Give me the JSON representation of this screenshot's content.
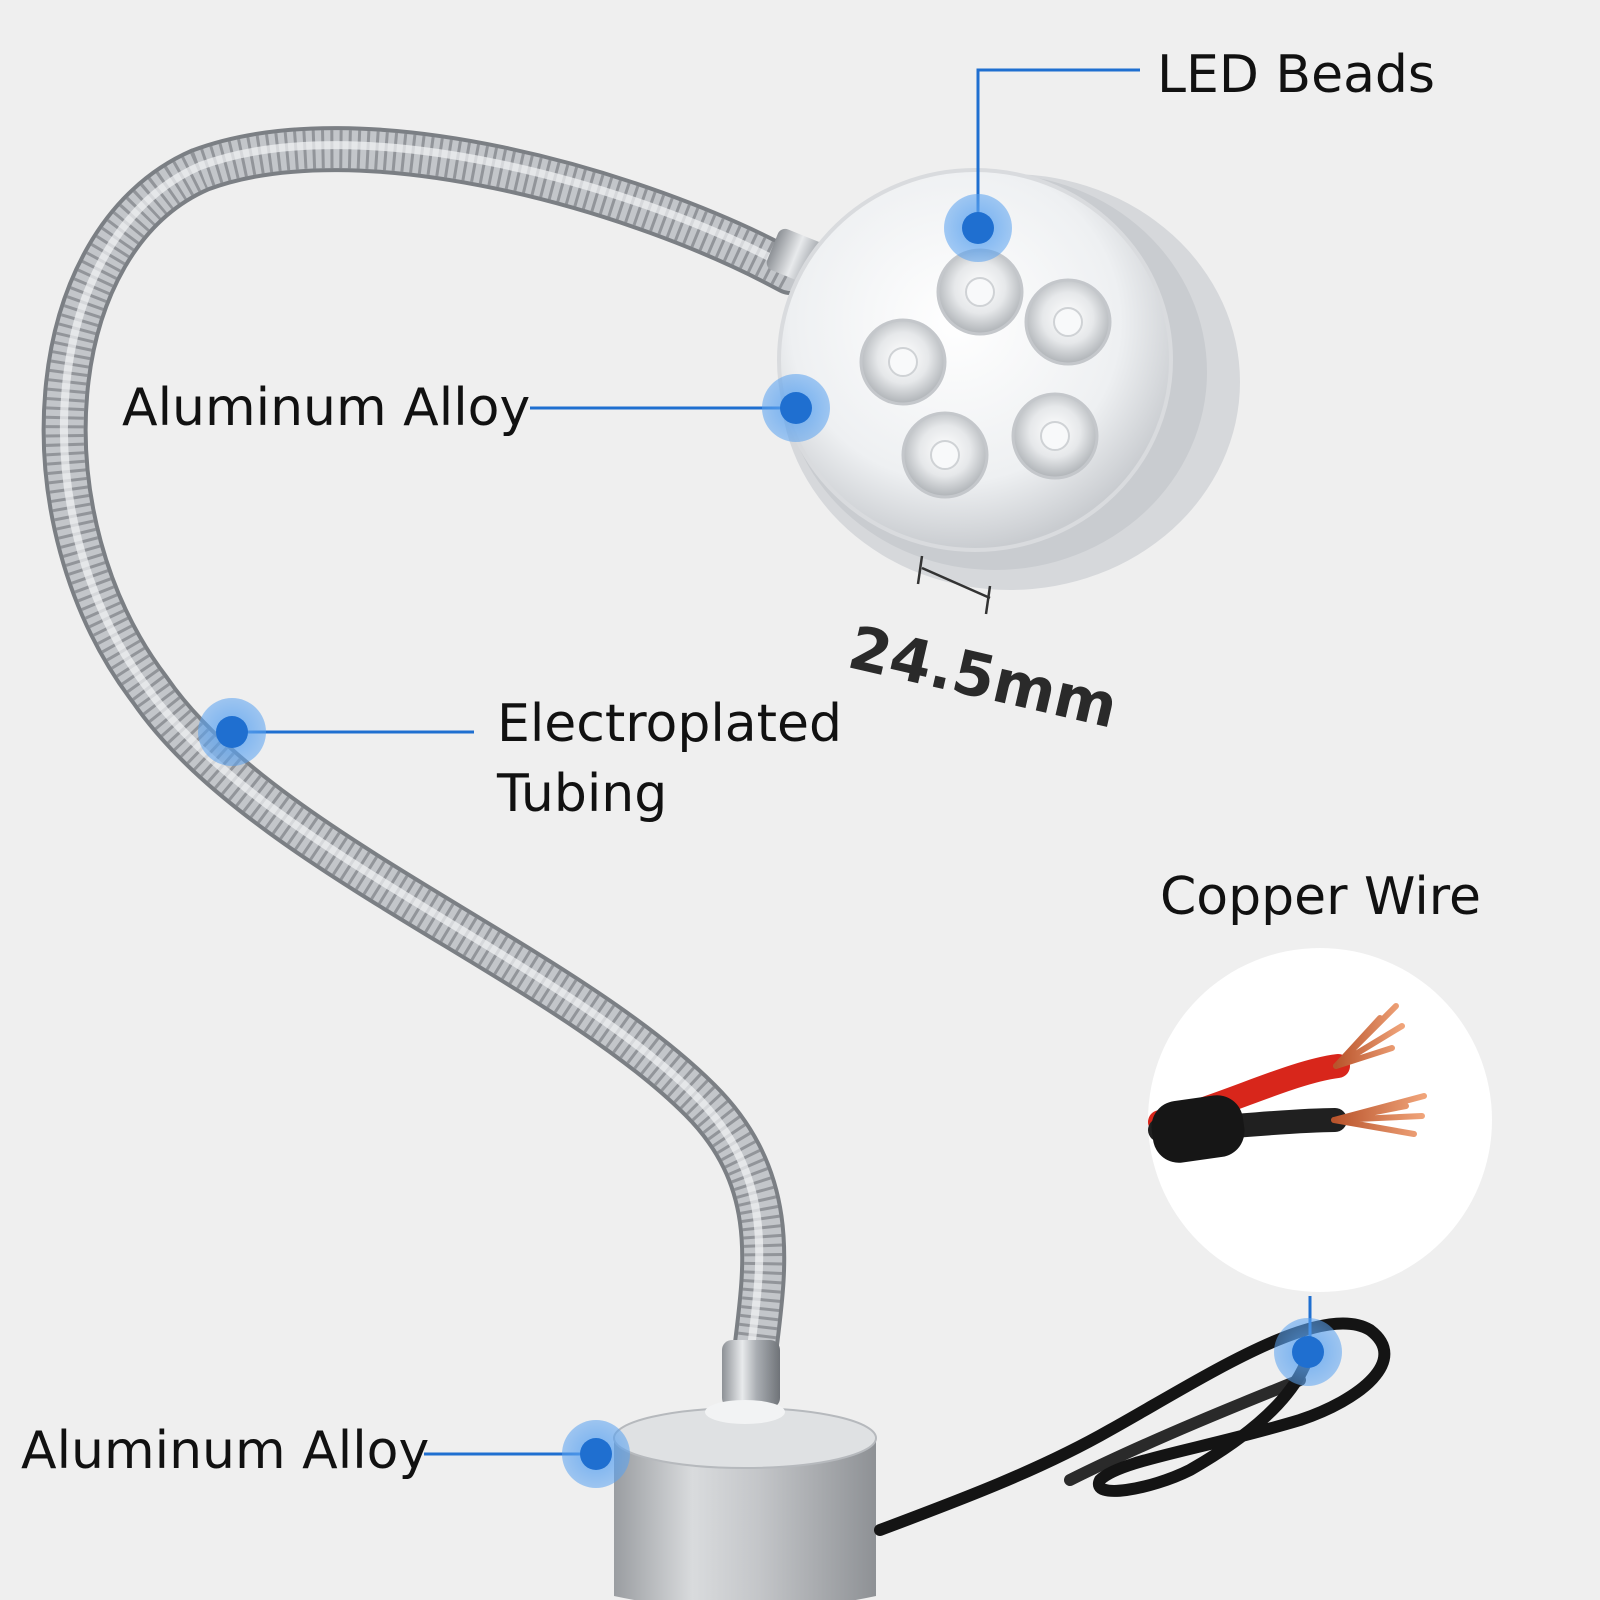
{
  "labels": {
    "led_beads": "LED Beads",
    "aluminum_alloy_head": "Aluminum Alloy",
    "tubing_line1": "Electroplated",
    "tubing_line2": "Tubing",
    "copper_wire": "Copper Wire",
    "aluminum_alloy_base": "Aluminum Alloy",
    "dimension": "24.5mm"
  },
  "colors": {
    "background": "#efefef",
    "callout": "#1f6fd0",
    "callout_halo": "#5aa2f0",
    "chrome": "#b9bcc0",
    "wire_black": "#111111",
    "wire_red": "#d8261b",
    "copper": "#d9794a"
  }
}
